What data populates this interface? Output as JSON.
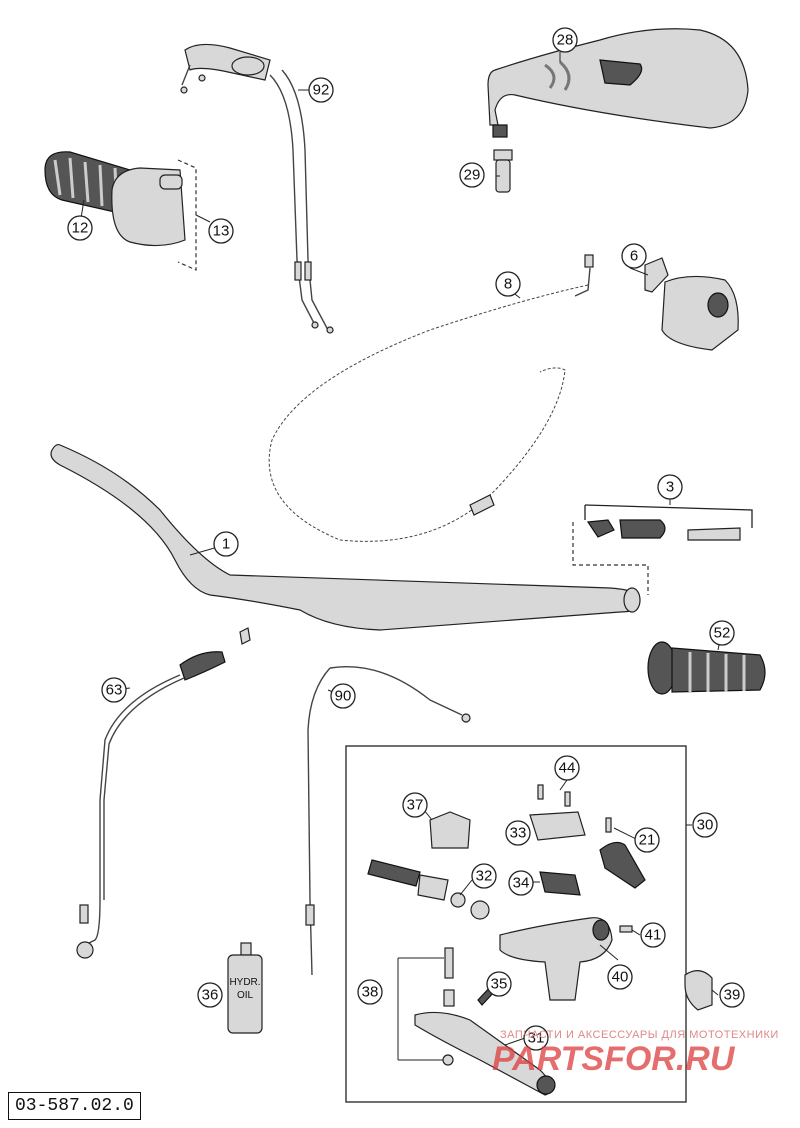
{
  "diagram": {
    "code": "03-587.02.0",
    "watermark_top": "ЗАПЧАСТИ И АКСЕССУАРЫ ДЛЯ МОТОТЕХНИКИ",
    "watermark_main": "PARTSFOR.RU",
    "callouts": [
      "1",
      "3",
      "6",
      "8",
      "12",
      "13",
      "21",
      "28",
      "29",
      "30",
      "31",
      "32",
      "33",
      "34",
      "35",
      "36",
      "37",
      "38",
      "39",
      "40",
      "41",
      "44",
      "52",
      "63",
      "90",
      "92"
    ],
    "oil_label_line1": "HYDR.",
    "oil_label_line2": "OIL"
  }
}
